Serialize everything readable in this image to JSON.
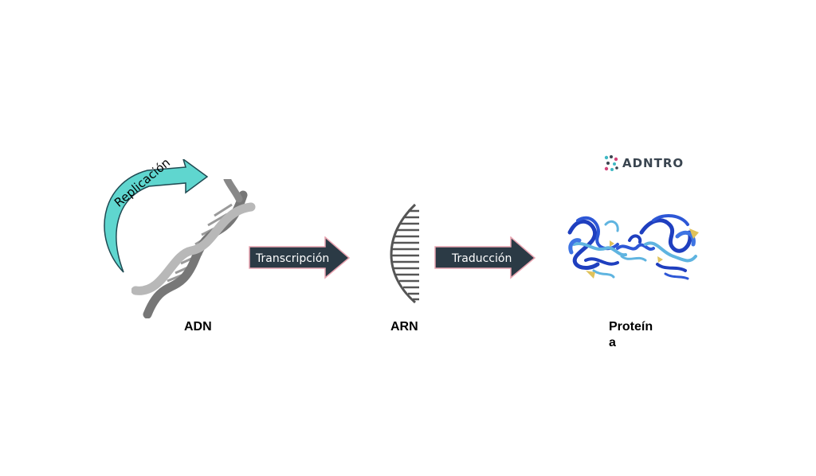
{
  "diagram": {
    "replication_label": "Replicación",
    "transcription_label": "Transcripción",
    "translation_label": "Traducción",
    "dna_label": "ADN",
    "rna_label": "ARN",
    "protein_label_line1": "Proteín",
    "protein_label_line2": "a"
  },
  "logo": {
    "text": "ADNTRO"
  },
  "colors": {
    "arrow_fill": "#2b3a45",
    "arrow_border": "#e8a3b0",
    "replication_arrow": "#5fd6cf",
    "replication_border": "#1f4a52",
    "dna_dark": "#777777",
    "dna_light": "#b8b8b8",
    "rna_strand": "#555555",
    "protein_dark": "#1f3fbf",
    "protein_light": "#5fb4e0",
    "protein_accent": "#e0c25a",
    "logo_dot_teal": "#3fb8c4",
    "logo_dot_pink": "#d2457a"
  }
}
